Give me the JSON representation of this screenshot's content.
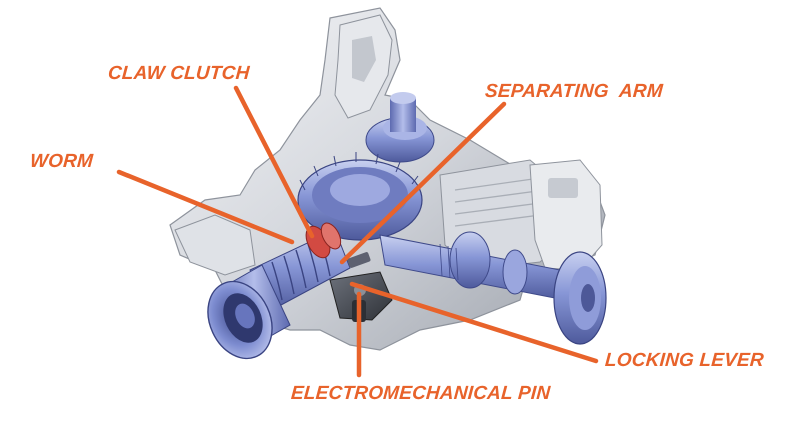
{
  "diagram": {
    "labels": {
      "claw_clutch": "CLAW CLUTCH",
      "separating_arm": "SEPARATING  ARM",
      "worm": "WORM",
      "locking_lever": "LOCKING LEVER",
      "electromechanical_pin": "ELECTROMECHANICAL PIN"
    },
    "colors": {
      "label": "#e8632b",
      "leader": "#e8632b",
      "housing": "#cfd2d8",
      "metal_blue": "#7f8fd0",
      "clutch_red": "#d24a42"
    }
  }
}
